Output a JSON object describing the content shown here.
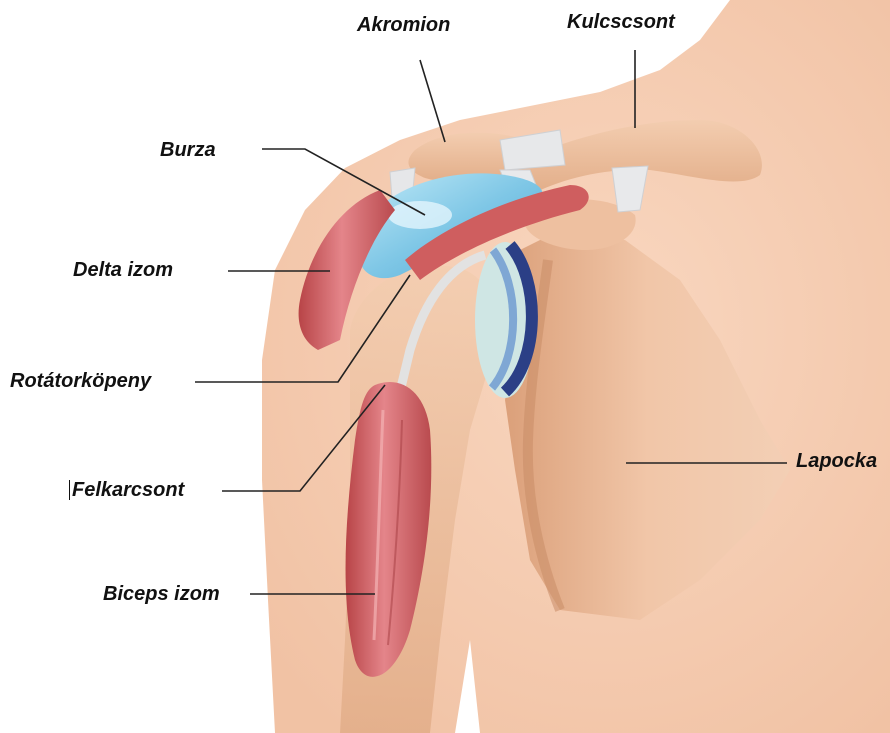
{
  "labels": {
    "akromion": "Akromion",
    "kulcscsont": "Kulcscsont",
    "burza": "Burza",
    "delta": "Delta izom",
    "rotator": "Rotátorköpeny",
    "felkarcsont": "Felkarcsont",
    "lapocka": "Lapocka",
    "biceps": "Biceps izom"
  },
  "colors": {
    "skin": "#f6cdb3",
    "bone": "#eebf9e",
    "bone_shadow": "#d9a27c",
    "muscle": "#c9575a",
    "bursa": "#8fd0ea",
    "cartilage": "#3e5aa0",
    "ligament": "#e9e9ea",
    "leader_line": "#222222"
  }
}
